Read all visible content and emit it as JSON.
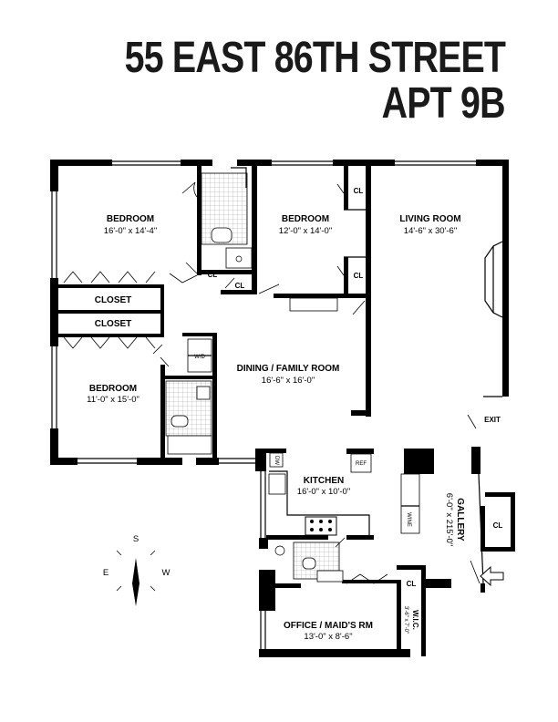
{
  "header": {
    "address": "55 EAST 86TH STREET",
    "unit": "APT 9B"
  },
  "rooms": {
    "bedroom_1": {
      "name": "BEDROOM",
      "dims": "16'-0\" x 14'-4\""
    },
    "bedroom_2": {
      "name": "BEDROOM",
      "dims": "12'-0\" x 14'-0\""
    },
    "bedroom_3": {
      "name": "BEDROOM",
      "dims": "11'-0\" x 15'-0\""
    },
    "living": {
      "name": "LIVING ROOM",
      "dims": "14'-6\" x 30'-6\""
    },
    "dining": {
      "name": "DINING /  FAMILY ROOM",
      "dims": "16'-6\" x 16'-0\""
    },
    "kitchen": {
      "name": "KITCHEN",
      "dims": "16'-0\" x 10'-0\""
    },
    "gallery": {
      "name": "GALLERY",
      "dims": "6'-0\" x 215'-0\""
    },
    "office": {
      "name": "OFFICE / MAID'S RM",
      "dims": "13'-0\" x 8'-6\""
    },
    "wic": {
      "name": "W.I.C.",
      "dims": "3'-6\" x 7'-0\""
    }
  },
  "labels": {
    "closet_1": "CLOSET",
    "closet_2": "CLOSET",
    "cl": "CL",
    "exit": "EXIT",
    "wd": "W/D",
    "ref": "REF",
    "dw": "DW",
    "wine": "WINE"
  },
  "compass": {
    "north": "S",
    "west": "E",
    "east": "W"
  }
}
